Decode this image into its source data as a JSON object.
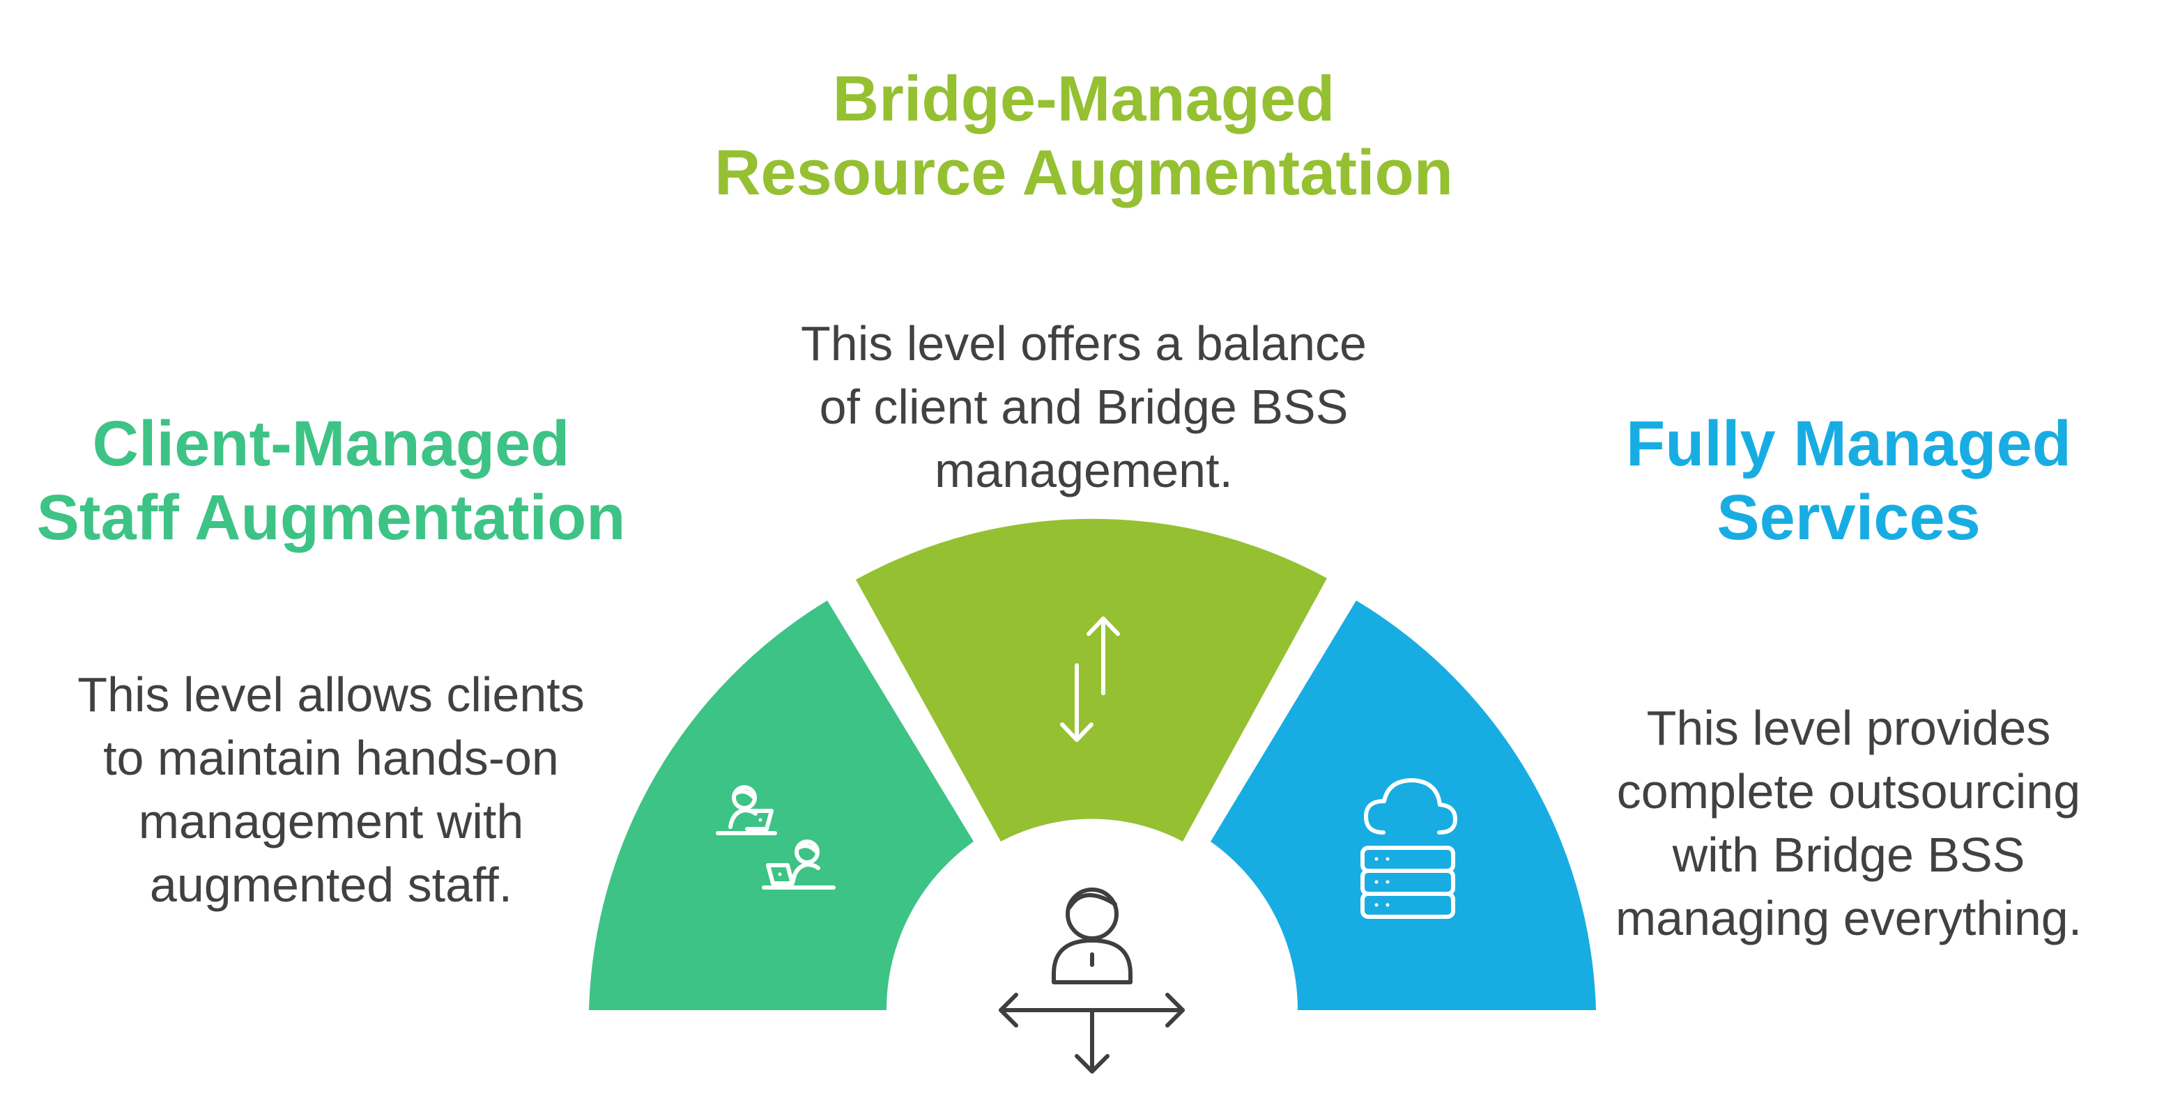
{
  "colors": {
    "left": "#3dc385",
    "middle": "#95c032",
    "right": "#18ade2",
    "text": "#414141",
    "icon_stroke": "#ffffff",
    "center_icon": "#3f3f3f"
  },
  "segments": [
    {
      "id": "left",
      "title_lines": [
        "Client-Managed",
        "Staff Augmentation"
      ],
      "desc_lines": [
        "This level allows clients",
        "to maintain hands-on",
        "management with",
        "augmented staff."
      ],
      "icon": "people-laptops-icon"
    },
    {
      "id": "middle",
      "title_lines": [
        "Bridge-Managed",
        "Resource Augmentation"
      ],
      "desc_lines": [
        "This level offers a balance",
        "of client and Bridge BSS",
        "management."
      ],
      "icon": "up-down-arrows-icon"
    },
    {
      "id": "right",
      "title_lines": [
        "Fully Managed",
        "Services"
      ],
      "desc_lines": [
        "This level provides",
        "complete outsourcing",
        "with Bridge BSS",
        "managing everything."
      ],
      "icon": "cloud-server-icon"
    }
  ],
  "center": {
    "icon": "person-directions-icon"
  }
}
